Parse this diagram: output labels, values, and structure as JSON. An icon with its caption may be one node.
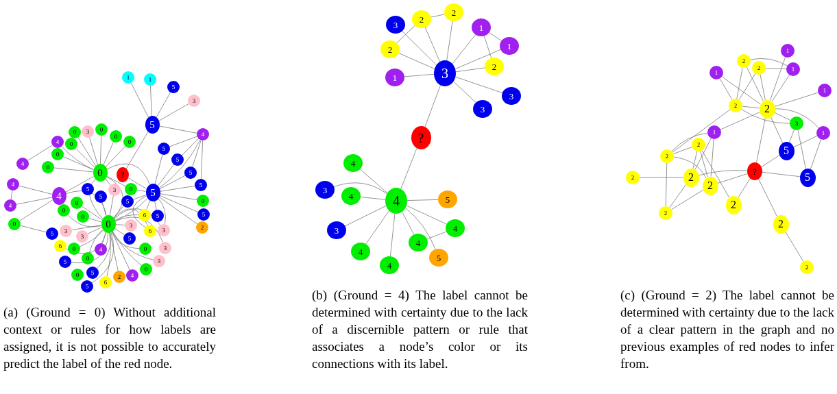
{
  "diagram": {
    "nodes": [
      {
        "text": [
          "1"
        ]
      },
      {
        "text": [
          "1"
        ]
      },
      {
        "text": [
          "5"
        ]
      },
      {
        "text": [
          "3"
        ]
      },
      {
        "text": [
          "5"
        ]
      },
      {
        "text": [
          "4"
        ]
      },
      {
        "text": [
          "0"
        ]
      },
      {
        "text": [
          "3"
        ]
      },
      {
        "text": [
          "0"
        ]
      },
      {
        "text": [
          "0"
        ]
      },
      {
        "text": [
          "0"
        ]
      },
      {
        "text": [
          "4"
        ]
      },
      {
        "text": [
          "0"
        ]
      },
      {
        "text": [
          "5"
        ]
      },
      {
        "text": [
          "0"
        ]
      },
      {
        "text": [
          "5"
        ]
      },
      {
        "text": [
          "4"
        ]
      },
      {
        "text": [
          "0"
        ]
      },
      {
        "text": [
          "0"
        ]
      },
      {
        "text": [
          "?"
        ]
      },
      {
        "text": [
          "5"
        ]
      },
      {
        "text": [
          "4"
        ]
      },
      {
        "text": [
          "5"
        ]
      },
      {
        "text": [
          "4"
        ]
      },
      {
        "text": [
          "5"
        ]
      },
      {
        "text": [
          "3"
        ]
      },
      {
        "text": [
          "0"
        ]
      },
      {
        "text": [
          "5"
        ]
      },
      {
        "text": [
          "5"
        ]
      },
      {
        "text": [
          "4"
        ]
      },
      {
        "text": [
          "0"
        ]
      },
      {
        "text": [
          "5"
        ]
      },
      {
        "text": [
          "0"
        ]
      },
      {
        "text": [
          "0"
        ]
      },
      {
        "text": [
          "0"
        ]
      },
      {
        "text": [
          "6"
        ]
      },
      {
        "text": [
          "5"
        ]
      },
      {
        "text": [
          "5"
        ]
      },
      {
        "text": [
          "0"
        ]
      },
      {
        "text": [
          "0"
        ]
      },
      {
        "text": [
          "3"
        ]
      },
      {
        "text": [
          "2"
        ]
      },
      {
        "text": [
          "3"
        ]
      },
      {
        "text": [
          "6"
        ]
      },
      {
        "text": [
          "3"
        ]
      },
      {
        "text": [
          "5"
        ]
      },
      {
        "text": [
          "3"
        ]
      },
      {
        "text": [
          "5"
        ]
      },
      {
        "text": [
          "6"
        ]
      },
      {
        "text": [
          "0"
        ]
      },
      {
        "text": [
          "4"
        ]
      },
      {
        "text": [
          "0"
        ]
      },
      {
        "text": [
          "3"
        ]
      },
      {
        "text": [
          "5"
        ]
      },
      {
        "text": [
          "0"
        ]
      },
      {
        "text": [
          "3"
        ]
      },
      {
        "text": [
          "0"
        ]
      },
      {
        "text": [
          "5"
        ]
      },
      {
        "text": [
          "0"
        ]
      },
      {
        "text": [
          "4"
        ]
      },
      {
        "text": [
          "2"
        ]
      },
      {
        "text": [
          "6"
        ]
      },
      {
        "text": [
          "5"
        ]
      },
      {
        "text": [
          "3"
        ]
      },
      {
        "text": [
          "3"
        ]
      },
      {
        "text": [
          "2"
        ]
      },
      {
        "text": [
          "2"
        ]
      },
      {
        "text": [
          "1"
        ]
      },
      {
        "text": [
          "1"
        ]
      },
      {
        "text": [
          "2"
        ]
      },
      {
        "text": [
          "2"
        ]
      },
      {
        "text": [
          "1"
        ]
      },
      {
        "text": [
          "3"
        ]
      },
      {
        "text": [
          "3"
        ]
      },
      {
        "text": [
          "?"
        ]
      },
      {
        "text": [
          "4"
        ]
      },
      {
        "text": [
          "3"
        ]
      },
      {
        "text": [
          "4"
        ]
      },
      {
        "text": [
          "4"
        ]
      },
      {
        "text": [
          "5"
        ]
      },
      {
        "text": [
          "3"
        ]
      },
      {
        "text": [
          "4"
        ]
      },
      {
        "text": [
          "4"
        ]
      },
      {
        "text": [
          "5"
        ]
      },
      {
        "text": [
          "4"
        ]
      },
      {
        "text": [
          "4"
        ]
      },
      {
        "text": [
          "1"
        ]
      },
      {
        "text": [
          "2"
        ]
      },
      {
        "text": [
          "2"
        ]
      },
      {
        "text": [
          "1"
        ]
      },
      {
        "text": [
          "1"
        ]
      },
      {
        "text": [
          "1"
        ]
      },
      {
        "text": [
          "2"
        ]
      },
      {
        "text": [
          "2"
        ]
      },
      {
        "text": [
          "3"
        ]
      },
      {
        "text": [
          "1"
        ]
      },
      {
        "text": [
          "1"
        ]
      },
      {
        "text": [
          "2"
        ]
      },
      {
        "text": [
          "5"
        ]
      },
      {
        "text": [
          "2"
        ]
      },
      {
        "text": [
          "?"
        ]
      },
      {
        "text": [
          "2"
        ]
      },
      {
        "text": [
          "2"
        ]
      },
      {
        "text": [
          "5"
        ]
      },
      {
        "text": [
          "2"
        ]
      },
      {
        "text": [
          "2"
        ]
      },
      {
        "text": [
          "2"
        ]
      },
      {
        "text": [
          "2"
        ]
      },
      {
        "text": [
          "2"
        ]
      }
    ],
    "edges": [
      {
        "from": 4,
        "to": 0,
        "arrow": "none"
      },
      {
        "from": 4,
        "to": 1,
        "arrow": "none"
      },
      {
        "from": 4,
        "to": 2,
        "arrow": "none"
      },
      {
        "from": 4,
        "to": 3,
        "arrow": "none"
      },
      {
        "from": 4,
        "to": 5,
        "arrow": "none"
      },
      {
        "from": 4,
        "to": 19,
        "arrow": "none"
      },
      {
        "from": 5,
        "to": 13,
        "arrow": "none"
      },
      {
        "from": 5,
        "to": 15,
        "arrow": "none"
      },
      {
        "from": 5,
        "to": 20,
        "arrow": "none"
      },
      {
        "from": 5,
        "to": 22,
        "arrow": "none"
      },
      {
        "from": 5,
        "to": 27,
        "arrow": "none"
      },
      {
        "from": 18,
        "to": 6,
        "arrow": "none"
      },
      {
        "from": 18,
        "to": 7,
        "arrow": "none"
      },
      {
        "from": 18,
        "to": 8,
        "arrow": "none"
      },
      {
        "from": 18,
        "to": 9,
        "arrow": "none"
      },
      {
        "from": 18,
        "to": 10,
        "arrow": "none"
      },
      {
        "from": 18,
        "to": 11,
        "arrow": "none"
      },
      {
        "from": 18,
        "to": 12,
        "arrow": "none"
      },
      {
        "from": 18,
        "to": 14,
        "arrow": "none"
      },
      {
        "from": 18,
        "to": 17,
        "arrow": "none"
      },
      {
        "from": 18,
        "to": 23,
        "arrow": "none"
      },
      {
        "from": 18,
        "to": 24,
        "arrow": "none"
      },
      {
        "from": 18,
        "to": 25,
        "arrow": "none"
      },
      {
        "from": 18,
        "to": 26,
        "arrow": "none"
      },
      {
        "from": 18,
        "to": 27,
        "arrow": "none"
      },
      {
        "from": 18,
        "to": 38,
        "arrow": "none"
      },
      {
        "from": 11,
        "to": 16,
        "arrow": "none"
      },
      {
        "from": 23,
        "to": 21,
        "arrow": "none"
      },
      {
        "from": 23,
        "to": 29,
        "arrow": "none"
      },
      {
        "from": 23,
        "to": 39,
        "arrow": "none"
      },
      {
        "from": 23,
        "to": 38,
        "arrow": "none"
      },
      {
        "from": 21,
        "to": 29,
        "arrow": "none"
      },
      {
        "from": 39,
        "to": 45,
        "arrow": "none"
      },
      {
        "from": 27,
        "to": 13,
        "arrow": "none"
      },
      {
        "from": 27,
        "to": 15,
        "arrow": "none"
      },
      {
        "from": 27,
        "to": 20,
        "arrow": "none"
      },
      {
        "from": 27,
        "to": 22,
        "arrow": "none"
      },
      {
        "from": 27,
        "to": 32,
        "arrow": "none"
      },
      {
        "from": 27,
        "to": 37,
        "arrow": "none"
      },
      {
        "from": 27,
        "to": 41,
        "arrow": "none"
      },
      {
        "from": 27,
        "to": 36,
        "arrow": "none"
      },
      {
        "from": 27,
        "to": 35,
        "arrow": "none"
      },
      {
        "from": 27,
        "to": 43,
        "arrow": "none"
      },
      {
        "from": 27,
        "to": 44,
        "arrow": "none"
      },
      {
        "from": 27,
        "to": 31,
        "arrow": "none"
      },
      {
        "from": 27,
        "to": 26,
        "arrow": "none"
      },
      {
        "from": 27,
        "to": 19,
        "arrow": "none"
      },
      {
        "from": 38,
        "to": 24,
        "arrow": "none"
      },
      {
        "from": 38,
        "to": 25,
        "arrow": "none"
      },
      {
        "from": 38,
        "to": 28,
        "arrow": "none"
      },
      {
        "from": 38,
        "to": 30,
        "arrow": "none"
      },
      {
        "from": 38,
        "to": 31,
        "arrow": "none"
      },
      {
        "from": 38,
        "to": 33,
        "arrow": "none"
      },
      {
        "from": 38,
        "to": 34,
        "arrow": "none"
      },
      {
        "from": 38,
        "to": 35,
        "arrow": "none"
      },
      {
        "from": 38,
        "to": 40,
        "arrow": "none"
      },
      {
        "from": 38,
        "to": 42,
        "arrow": "none"
      },
      {
        "from": 38,
        "to": 43,
        "arrow": "none"
      },
      {
        "from": 38,
        "to": 44,
        "arrow": "none"
      },
      {
        "from": 38,
        "to": 46,
        "arrow": "none"
      },
      {
        "from": 38,
        "to": 47,
        "arrow": "none"
      },
      {
        "from": 38,
        "to": 48,
        "arrow": "none"
      },
      {
        "from": 38,
        "to": 49,
        "arrow": "none"
      },
      {
        "from": 38,
        "to": 50,
        "arrow": "none"
      },
      {
        "from": 38,
        "to": 51,
        "arrow": "none"
      },
      {
        "from": 38,
        "to": 52,
        "arrow": "none"
      },
      {
        "from": 38,
        "to": 53,
        "arrow": "none"
      },
      {
        "from": 38,
        "to": 54,
        "arrow": "none"
      },
      {
        "from": 38,
        "to": 55,
        "arrow": "none"
      },
      {
        "from": 38,
        "to": 57,
        "arrow": "none"
      },
      {
        "from": 38,
        "to": 58,
        "arrow": "none"
      },
      {
        "from": 38,
        "to": 59,
        "arrow": "none"
      },
      {
        "from": 38,
        "to": 60,
        "arrow": "none"
      },
      {
        "from": 38,
        "to": 61,
        "arrow": "none"
      },
      {
        "from": 38,
        "to": 62,
        "arrow": "none"
      },
      {
        "from": 38,
        "to": 27,
        "arrow": "none"
      },
      {
        "from": 63,
        "to": 64,
        "arrow": "none"
      },
      {
        "from": 63,
        "to": 65,
        "arrow": "none"
      },
      {
        "from": 63,
        "to": 66,
        "arrow": "none"
      },
      {
        "from": 63,
        "to": 67,
        "arrow": "none"
      },
      {
        "from": 63,
        "to": 68,
        "arrow": "none"
      },
      {
        "from": 63,
        "to": 69,
        "arrow": "none"
      },
      {
        "from": 63,
        "to": 70,
        "arrow": "none"
      },
      {
        "from": 63,
        "to": 71,
        "arrow": "none"
      },
      {
        "from": 63,
        "to": 72,
        "arrow": "none"
      },
      {
        "from": 63,
        "to": 73,
        "arrow": "none"
      },
      {
        "from": 63,
        "to": 74,
        "arrow": "none"
      },
      {
        "from": 65,
        "to": 66,
        "arrow": "none"
      },
      {
        "from": 65,
        "to": 69,
        "arrow": "none"
      },
      {
        "from": 67,
        "to": 68,
        "arrow": "none"
      },
      {
        "from": 67,
        "to": 70,
        "arrow": "none"
      },
      {
        "from": 74,
        "to": 78,
        "arrow": "none"
      },
      {
        "from": 78,
        "to": 75,
        "arrow": "none"
      },
      {
        "from": 78,
        "to": 76,
        "arrow": "none"
      },
      {
        "from": 78,
        "to": 77,
        "arrow": "none"
      },
      {
        "from": 78,
        "to": 79,
        "arrow": "none"
      },
      {
        "from": 78,
        "to": 80,
        "arrow": "none"
      },
      {
        "from": 78,
        "to": 81,
        "arrow": "none"
      },
      {
        "from": 78,
        "to": 82,
        "arrow": "none"
      },
      {
        "from": 78,
        "to": 83,
        "arrow": "none"
      },
      {
        "from": 78,
        "to": 84,
        "arrow": "none"
      },
      {
        "from": 78,
        "to": 85,
        "arrow": "none"
      },
      {
        "from": 81,
        "to": 82,
        "arrow": "none"
      },
      {
        "from": 87,
        "to": 89,
        "arrow": "none"
      },
      {
        "from": 88,
        "to": 89,
        "arrow": "none"
      },
      {
        "from": 87,
        "to": 92,
        "arrow": "none"
      },
      {
        "from": 87,
        "to": 93,
        "arrow": "none"
      },
      {
        "from": 88,
        "to": 92,
        "arrow": "none"
      },
      {
        "from": 88,
        "to": 93,
        "arrow": "none"
      },
      {
        "from": 86,
        "to": 93,
        "arrow": "none"
      },
      {
        "from": 89,
        "to": 93,
        "arrow": "none"
      },
      {
        "from": 90,
        "to": 92,
        "arrow": "none"
      },
      {
        "from": 90,
        "to": 93,
        "arrow": "none"
      },
      {
        "from": 91,
        "to": 93,
        "arrow": "none"
      },
      {
        "from": 92,
        "to": 93,
        "arrow": "none"
      },
      {
        "from": 92,
        "to": 94,
        "arrow": "none"
      },
      {
        "from": 93,
        "to": 94,
        "arrow": "none"
      },
      {
        "from": 93,
        "to": 96,
        "arrow": "none"
      },
      {
        "from": 93,
        "to": 95,
        "arrow": "none"
      },
      {
        "from": 93,
        "to": 98,
        "arrow": "none"
      },
      {
        "from": 93,
        "to": 100,
        "arrow": "none"
      },
      {
        "from": 94,
        "to": 98,
        "arrow": "none"
      },
      {
        "from": 94,
        "to": 103,
        "arrow": "none"
      },
      {
        "from": 96,
        "to": 98,
        "arrow": "none"
      },
      {
        "from": 96,
        "to": 103,
        "arrow": "none"
      },
      {
        "from": 92,
        "to": 99,
        "arrow": "none"
      },
      {
        "from": 95,
        "to": 102,
        "arrow": "none"
      },
      {
        "from": 95,
        "to": 104,
        "arrow": "none"
      },
      {
        "from": 97,
        "to": 99,
        "arrow": "none"
      },
      {
        "from": 97,
        "to": 102,
        "arrow": "none"
      },
      {
        "from": 97,
        "to": 104,
        "arrow": "none"
      },
      {
        "from": 97,
        "to": 105,
        "arrow": "none"
      },
      {
        "from": 99,
        "to": 104,
        "arrow": "none"
      },
      {
        "from": 99,
        "to": 106,
        "arrow": "none"
      },
      {
        "from": 95,
        "to": 99,
        "arrow": "none"
      },
      {
        "from": 101,
        "to": 102,
        "arrow": "none"
      },
      {
        "from": 102,
        "to": 100,
        "arrow": "none"
      },
      {
        "from": 102,
        "to": 106,
        "arrow": "none"
      },
      {
        "from": 104,
        "to": 100,
        "arrow": "none"
      },
      {
        "from": 104,
        "to": 106,
        "arrow": "none"
      },
      {
        "from": 100,
        "to": 98,
        "arrow": "none"
      },
      {
        "from": 100,
        "to": 103,
        "arrow": "none"
      },
      {
        "from": 100,
        "to": 105,
        "arrow": "none"
      },
      {
        "from": 100,
        "to": 107,
        "arrow": "none"
      },
      {
        "from": 107,
        "to": 108,
        "arrow": "none"
      }
    ],
    "labels": [
      "(a) (Ground = 0) Without additional context or rules for how labels are assigned, it is not possible to accurately predict the label of the red node.",
      "(b) (Ground = 4) The label cannot be determined with certainty due to the lack of a discernible pattern or rule that associates a node’s color or its connections with its label.",
      "(c) (Ground = 2) The label cannot be determined with certainty due to the lack of a clear pattern in the graph and no previous examples of red nodes to infer from."
    ]
  }
}
